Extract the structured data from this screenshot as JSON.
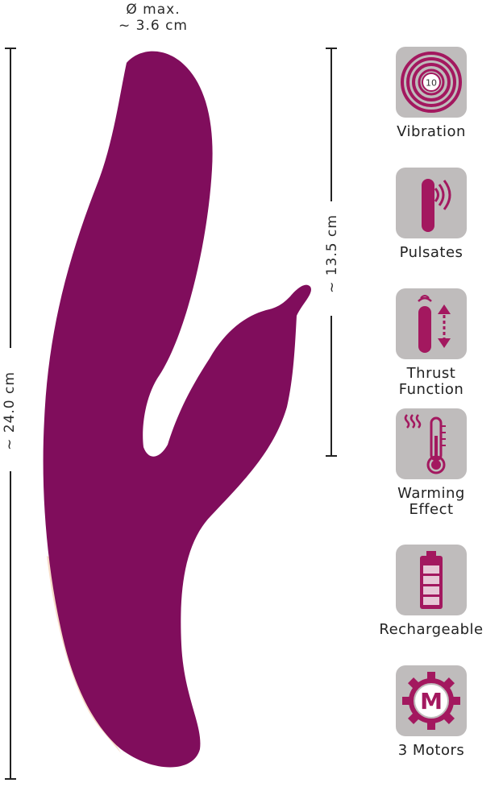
{
  "dimensions": {
    "diameter_line1": "Ø max.",
    "diameter_line2": "~  3.6 cm",
    "total_length": "~ 24.0 cm",
    "insertable_length": "~ 13.5 cm"
  },
  "colors": {
    "product": "#800d5c",
    "base": "#f7dcc8",
    "icon_bg": "#bfbcbc",
    "icon_fg": "#a3185f"
  },
  "features": [
    {
      "icon": "vibration-icon",
      "label": "Vibration",
      "badge": "10"
    },
    {
      "icon": "pulsation-icon",
      "label": "Pulsates"
    },
    {
      "icon": "thrust-icon",
      "label": "Thrust Function"
    },
    {
      "icon": "thermometer-icon",
      "label": "Warming Effect"
    },
    {
      "icon": "battery-icon",
      "label": "Rechargeable"
    },
    {
      "icon": "motor-gear-icon",
      "label": "3 Motors",
      "badge": "M"
    }
  ]
}
